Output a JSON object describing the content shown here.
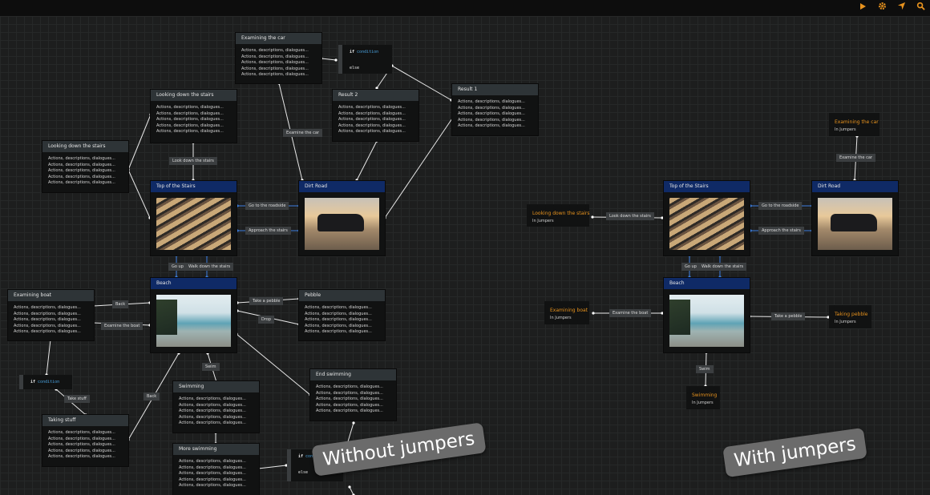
{
  "toolbar": {
    "play_icon": "play-icon",
    "settings_icon": "gear-icon",
    "share_icon": "send-icon",
    "search_icon": "search-icon",
    "accent": "#e8931e"
  },
  "left": {
    "examining_car": {
      "title": "Examining the car",
      "lines": [
        "Actions, descriptions, dialogues...",
        "Actions, descriptions, dialogues...",
        "Actions, descriptions, dialogues...",
        "Actions, descriptions, dialogues...",
        "Actions, descriptions, dialogues..."
      ]
    },
    "cond1": {
      "kw": "if",
      "cond": "condition",
      "else": "else"
    },
    "result2": {
      "title": "Result 2",
      "lines": [
        "Actions, descriptions, dialogues...",
        "Actions, descriptions, dialogues...",
        "Actions, descriptions, dialogues...",
        "Actions, descriptions, dialogues...",
        "Actions, descriptions, dialogues..."
      ]
    },
    "result1": {
      "title": "Result 1",
      "lines": [
        "Actions, descriptions, dialogues...",
        "Actions, descriptions, dialogues...",
        "Actions, descriptions, dialogues...",
        "Actions, descriptions, dialogues...",
        "Actions, descriptions, dialogues..."
      ]
    },
    "looking_down1": {
      "title": "Looking down the stairs",
      "lines": [
        "Actions, descriptions, dialogues...",
        "Actions, descriptions, dialogues...",
        "Actions, descriptions, dialogues...",
        "Actions, descriptions, dialogues...",
        "Actions, descriptions, dialogues..."
      ]
    },
    "looking_down2": {
      "title": "Looking down the stairs",
      "lines": [
        "Actions, descriptions, dialogues...",
        "Actions, descriptions, dialogues...",
        "Actions, descriptions, dialogues...",
        "Actions, descriptions, dialogues...",
        "Actions, descriptions, dialogues..."
      ]
    },
    "top_stairs": {
      "title": "Top of the Stairs"
    },
    "dirt_road": {
      "title": "Dirt Road"
    },
    "beach": {
      "title": "Beach"
    },
    "pebble": {
      "title": "Pebble",
      "lines": [
        "Actions, descriptions, dialogues...",
        "Actions, descriptions, dialogues...",
        "Actions, descriptions, dialogues...",
        "Actions, descriptions, dialogues...",
        "Actions, descriptions, dialogues..."
      ]
    },
    "examining_boat": {
      "title": "Examining boat",
      "lines": [
        "Actions, descriptions, dialogues...",
        "Actions, descriptions, dialogues...",
        "Actions, descriptions, dialogues...",
        "Actions, descriptions, dialogues...",
        "Actions, descriptions, dialogues..."
      ]
    },
    "cond2": {
      "kw": "if",
      "cond": "condition"
    },
    "taking_stuff": {
      "title": "Taking stuff",
      "lines": [
        "Actions, descriptions, dialogues...",
        "Actions, descriptions, dialogues...",
        "Actions, descriptions, dialogues...",
        "Actions, descriptions, dialogues...",
        "Actions, descriptions, dialogues..."
      ]
    },
    "swimming": {
      "title": "Swimming",
      "lines": [
        "Actions, descriptions, dialogues...",
        "Actions, descriptions, dialogues...",
        "Actions, descriptions, dialogues...",
        "Actions, descriptions, dialogues...",
        "Actions, descriptions, dialogues..."
      ]
    },
    "more_swimming": {
      "title": "More swimming",
      "lines": [
        "Actions, descriptions, dialogues...",
        "Actions, descriptions, dialogues...",
        "Actions, descriptions, dialogues...",
        "Actions, descriptions, dialogues...",
        "Actions, descriptions, dialogues..."
      ]
    },
    "end_swimming": {
      "title": "End swimming",
      "lines": [
        "Actions, descriptions, dialogues...",
        "Actions, descriptions, dialogues...",
        "Actions, descriptions, dialogues...",
        "Actions, descriptions, dialogues...",
        "Actions, descriptions, dialogues..."
      ]
    },
    "cond3": {
      "kw": "if",
      "cond": "condition",
      "else": "else"
    },
    "labels": {
      "examine_car": "Examine the car",
      "look_down": "Look down the stairs",
      "go_roadside": "Go to the roadside",
      "approach": "Approach the stairs",
      "go_up": "Go up",
      "walk_down": "Walk down the stairs",
      "back1": "Back",
      "examine_boat": "Examine the boat",
      "take_pebble": "Take a pebble",
      "drop": "Drop",
      "swim": "Swim",
      "take_stuff": "Take stuff",
      "back2": "Back"
    }
  },
  "right": {
    "examining_car": {
      "title": "Examining the car",
      "sub": "In Jumpers"
    },
    "looking_down": {
      "title": "Looking down the stairs",
      "sub": "In Jumpers"
    },
    "top_stairs": {
      "title": "Top of the Stairs"
    },
    "dirt_road": {
      "title": "Dirt Road"
    },
    "beach": {
      "title": "Beach"
    },
    "examining_boat": {
      "title": "Examining boat",
      "sub": "In Jumpers"
    },
    "taking_pebble": {
      "title": "Taking pebble",
      "sub": "In Jumpers"
    },
    "swimming": {
      "title": "Swimming",
      "sub": "In Jumpers"
    },
    "labels": {
      "examine_car": "Examine the car",
      "look_down": "Look down the stairs",
      "go_roadside": "Go to the roadside",
      "approach": "Approach the stairs",
      "go_up": "Go up",
      "walk_down": "Walk down the stairs",
      "examine_boat": "Examine the boat",
      "take_pebble": "Take a pebble",
      "swim": "Swim"
    }
  },
  "badges": {
    "without": "Without jumpers",
    "with": "With jumpers"
  }
}
